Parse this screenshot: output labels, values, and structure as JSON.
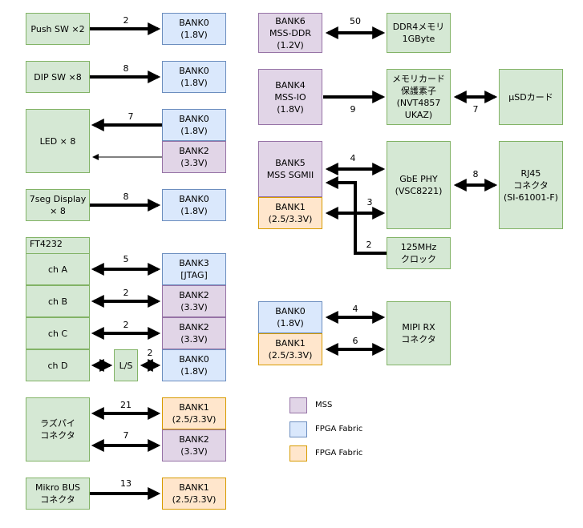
{
  "boxes": {
    "push_sw": [
      "Push SW ×2"
    ],
    "bank0_push": [
      "BANK0",
      "(1.8V)"
    ],
    "dip_sw": [
      "DIP SW ×8"
    ],
    "bank0_dip": [
      "BANK0",
      "(1.8V)"
    ],
    "led": [
      "LED × 8"
    ],
    "bank0_led": [
      "BANK0",
      "(1.8V)"
    ],
    "bank2_led": [
      "BANK2",
      "(3.3V)"
    ],
    "seg": [
      "7seg Display",
      "× 8"
    ],
    "bank0_seg": [
      "BANK0",
      "(1.8V)"
    ],
    "ft4232_title": "FT4232",
    "ch_a": [
      "ch A"
    ],
    "ch_b": [
      "ch B"
    ],
    "ch_c": [
      "ch C"
    ],
    "ch_d": [
      "ch D"
    ],
    "ls": [
      "L/S"
    ],
    "bank3_a": [
      "BANK3",
      "[JTAG]"
    ],
    "bank2_b": [
      "BANK2",
      "(3.3V)"
    ],
    "bank2_c": [
      "BANK2",
      "(3.3V)"
    ],
    "bank0_d": [
      "BANK0",
      "(1.8V)"
    ],
    "raspi": [
      "ラズパイ",
      "コネクタ"
    ],
    "bank1_raspi": [
      "BANK1",
      "(2.5/3.3V)"
    ],
    "bank2_raspi": [
      "BANK2",
      "(3.3V)"
    ],
    "mikro": [
      "Mikro BUS",
      "コネクタ"
    ],
    "bank1_mikro": [
      "BANK1",
      "(2.5/3.3V)"
    ],
    "bank6": [
      "BANK6",
      "MSS-DDR",
      "(1.2V)"
    ],
    "ddr4": [
      "DDR4メモリ",
      "1GByte"
    ],
    "bank4": [
      "BANK4",
      "MSS-IO",
      "(1.8V)"
    ],
    "memcard": [
      "メモリカード",
      "保護素子",
      "(NVT4857",
      "UKAZ)"
    ],
    "usd": [
      "μSDカード"
    ],
    "bank5": [
      "BANK5",
      "MSS SGMII"
    ],
    "bank1_gbe": [
      "BANK1",
      "(2.5/3.3V)"
    ],
    "gbe": [
      "GbE PHY",
      "(VSC8221)"
    ],
    "rj45": [
      "RJ45",
      "コネクタ",
      "(SI-61001-F)"
    ],
    "clock": [
      "125MHz",
      "クロック"
    ],
    "bank0_mipi": [
      "BANK0",
      "(1.8V)"
    ],
    "bank1_mipi": [
      "BANK1",
      "(2.5/3.3V)"
    ],
    "mipi": [
      "MIPI RX",
      "コネクタ"
    ]
  },
  "wire_labels": {
    "push": "2",
    "dip": "8",
    "led": "7",
    "seg": "8",
    "ch_a": "5",
    "ch_b": "2",
    "ch_c": "2",
    "ch_d": "2",
    "raspi_1": "21",
    "raspi_2": "7",
    "mikro": "13",
    "ddr": "50",
    "io": "9",
    "usd": "7",
    "sgmii": "4",
    "gbe_bank1": "3",
    "clock": "2",
    "rj45": "8",
    "mipi_0": "4",
    "mipi_1": "6"
  },
  "legend": {
    "mss": "MSS",
    "fabric_blue": "FPGA Fabric",
    "fabric_orange": "FPGA Fabric"
  },
  "colors": {
    "green_fill": "#d5e8d4",
    "blue_fill": "#dae8fc",
    "purple_fill": "#e1d5e7",
    "orange_fill": "#ffe6cc"
  }
}
